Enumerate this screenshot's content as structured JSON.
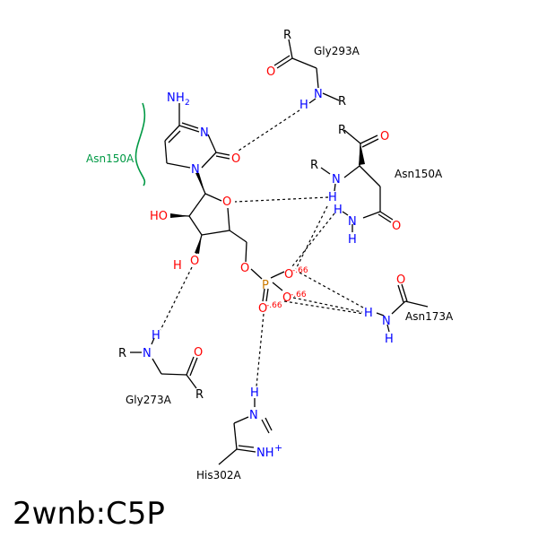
{
  "title": "2wnb:C5P",
  "colors": {
    "carbon": "#000000",
    "nitrogen": "#0000ff",
    "oxygen": "#ff0000",
    "phosphorus": "#cc7a00",
    "hydrophobic": "#009944"
  },
  "residues": {
    "gly293": "Gly293A",
    "asn150_backbone": "Asn150A",
    "asn150_hydrophobic": "Asn150A",
    "asn173": "Asn173A",
    "gly273": "Gly273A",
    "his302": "His302A"
  },
  "atoms": {
    "r_gly293_top": "R",
    "r_gly293_n": "R",
    "o_gly293": "O",
    "n_gly293": "N",
    "h_gly293": "H",
    "r_asn150_top": "R",
    "o_asn150_bb": "O",
    "r_asn150_n": "R",
    "n_asn150_bb": "N",
    "h_asn150_bb": "H",
    "h_asn150_sc": "H",
    "n_asn150_sc": "N",
    "h2_asn150_sc": "H",
    "o_asn150_sc": "O",
    "nh2_n": "N",
    "nh2_h": "H",
    "nh2_sub": "2",
    "n3_ring": "N",
    "o2_ring": "O",
    "n1_ring": "N",
    "ho_c2": "HO",
    "o4_ring": "O",
    "h_o3": "H",
    "o3": "O",
    "o5": "O",
    "p": "P",
    "o_p1": "O",
    "o_p2": "O",
    "o_p3": "O",
    "chg1": "-.66",
    "chg2": "-.66",
    "chg3": "-.66",
    "o_asn173": "O",
    "h_asn173": "H",
    "n_asn173": "N",
    "h2_asn173": "H",
    "r_gly273_n": "R",
    "n_gly273": "N",
    "h_gly273": "H",
    "o_gly273": "O",
    "r_gly273_c": "R",
    "h_his302": "H",
    "n1_his302": "N",
    "nh_his302": "NH",
    "plus_his302": "+"
  }
}
